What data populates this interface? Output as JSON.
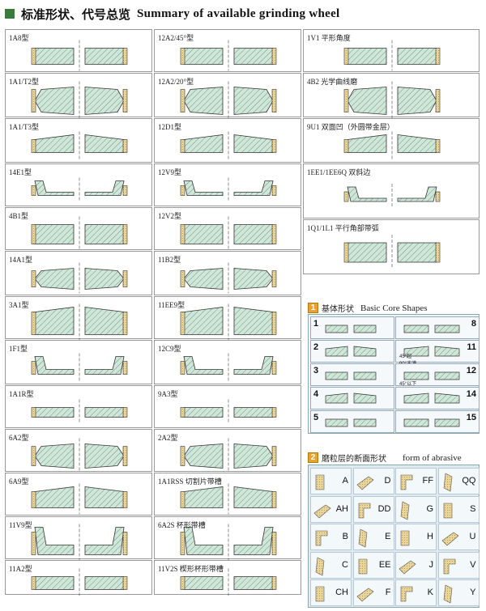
{
  "header": {
    "title_cn": "标准形状、代号总览",
    "title_en": "Summary of available grinding wheel"
  },
  "colors": {
    "wheel_body": "#cfe6d8",
    "abrasive": "#e9d59a",
    "hatch": "#6b9a7f",
    "section_badge": "#e8a42a"
  },
  "column1": [
    "1A8型",
    "1A1/T2型",
    "1A1/T3型",
    "14E1型",
    "4B1型",
    "14A1型",
    "3A1型",
    "1F1型",
    "1A1R型",
    "6A2型",
    "6A9型",
    "11V9型",
    "11A2型"
  ],
  "column2": [
    "12A2/45°型",
    "12A2/20°型",
    "12D1型",
    "12V9型",
    "12V2型",
    "11B2型",
    "11EE9型",
    "12C9型",
    "9A3型",
    "2A2型",
    "1A1RSS 切割片带槽",
    "6A2S 杯形带槽",
    "11V2S 楔形杯形带槽"
  ],
  "column3": [
    "1V1 平形角度",
    "4B2 光学曲线磨",
    "9U1 双面凹（外圆带金层）",
    "1EE1/1EE6Q 双斜边",
    "1Q1/1L1 平行角部带弧"
  ],
  "core": {
    "title_cn": "基体形状",
    "title_en": "Basic Core Shapes",
    "badge": "1",
    "left_nums": [
      "1",
      "2",
      "3",
      "4",
      "5"
    ],
    "right_nums": [
      "8",
      "11",
      "12",
      "14",
      "15"
    ],
    "note_11": "45°起\n90°末满",
    "note_12": "45°以下"
  },
  "abrasive": {
    "title_cn": "磨粒层的断面形状",
    "title_en": "form of abrasive",
    "badge": "2",
    "col1": [
      "A",
      "AH",
      "B",
      "C",
      "CH"
    ],
    "col2": [
      "D",
      "DD",
      "E",
      "EE",
      "F"
    ],
    "col3": [
      "FF",
      "G",
      "H",
      "J",
      "K"
    ],
    "col4": [
      "QQ",
      "S",
      "U",
      "V",
      "Y"
    ]
  }
}
